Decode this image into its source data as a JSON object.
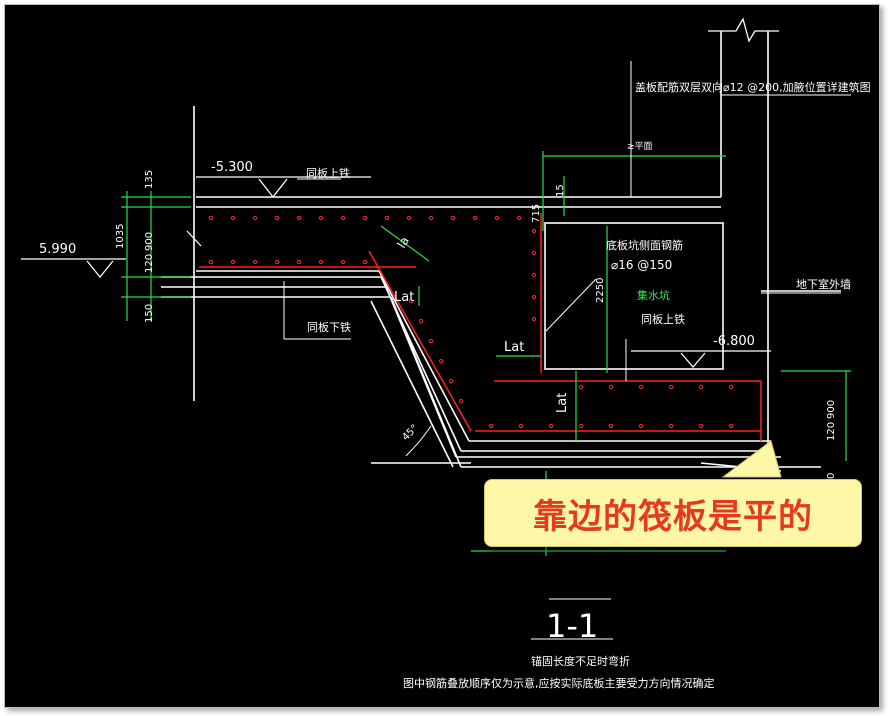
{
  "labels": {
    "top_note": "盖板配筋双层双向⌀12 @200,加腋位置详建筑图",
    "slab_top_rebar": "同板上铁",
    "slab_bottom_rebar": "同板下铁",
    "pit_side_rebar": "底板坑侧面钢筋",
    "pit_side_rebar_spec": "⌀16 @150",
    "sump": "集水坑",
    "pit_top_rebar": "同板上铁",
    "exterior_wall": "地下室外墙",
    "lat_1": "Lat",
    "lat_2": "Lat",
    "lat_3": "Lat",
    "la_diag": "la",
    "angle": "45°",
    "dim_top": "≥平面",
    "title": "1-1",
    "note_1": "锚固长度不足时弯折",
    "note_2": "图中钢筋叠放顺序仅为示意,应按实际底板主要受力方向情况确定"
  },
  "elevations": {
    "e1": "-5.300",
    "e2": "5.990",
    "e3": "-6.800"
  },
  "dims": {
    "d135": "135",
    "d1035": "1035",
    "d900": "900",
    "d120": "120",
    "d150": "150",
    "d15": "15",
    "d715": "715",
    "d2250": "2250",
    "d120b": "120",
    "d900b": "900",
    "d0": "0"
  },
  "callout": {
    "text": "靠边的筏板是平的"
  },
  "colors": {
    "background": "#000000",
    "line": "#ffffff",
    "rebar": "#ff2020",
    "dimension": "#22e04a",
    "sump_label": "#2ee84d",
    "callout_fill": "#fff7a8",
    "callout_text": "#e53a1f"
  }
}
